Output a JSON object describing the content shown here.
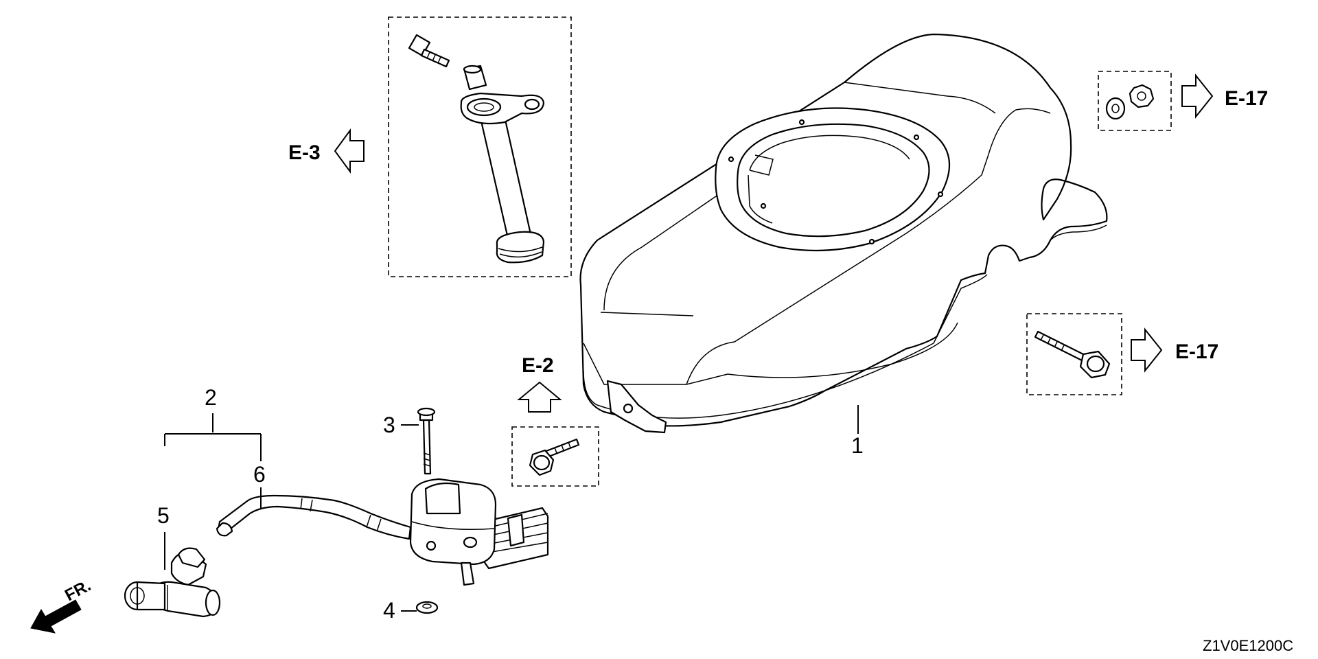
{
  "callouts": {
    "c1": "1",
    "c2": "2",
    "c3": "3",
    "c4": "4",
    "c5": "5",
    "c6": "6"
  },
  "refs": {
    "e3": "E-3",
    "e2": "E-2",
    "e17_top": "E-17",
    "e17_mid": "E-17"
  },
  "front_label": "FR.",
  "diagram_code": "Z1V0E1200C"
}
